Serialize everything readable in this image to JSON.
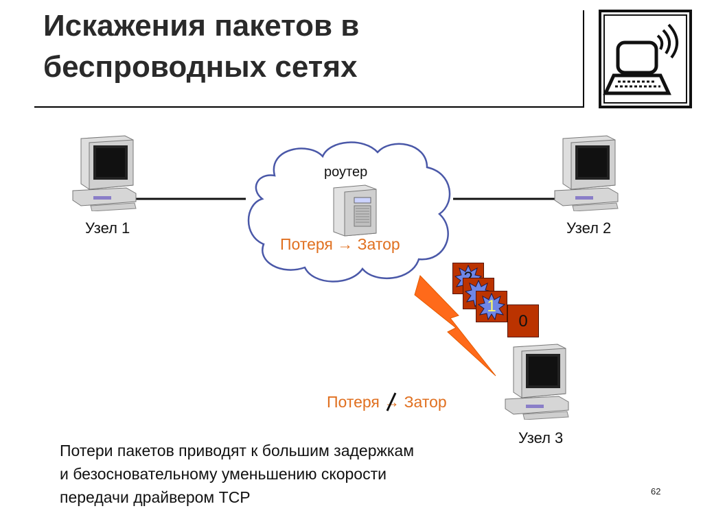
{
  "slide": {
    "title_line1": "Искажения пакетов в",
    "title_line2": "беспроводных сетях",
    "page_number": "62"
  },
  "diagram": {
    "router_label": "роутер",
    "node1_label": "Узел 1",
    "node2_label": "Узел 2",
    "node3_label": "Узел 3",
    "cloud_text": "Потеря → Затор",
    "wireless_text_left": "Потеря",
    "wireless_text_right": "Затор",
    "packets": [
      "2",
      "",
      "1",
      "0"
    ]
  },
  "caption": {
    "line1": "Потери пакетов приводят к большим задержкам",
    "line2": "и безосновательному уменьшению скорости",
    "line3": "передачи драйвером TCP"
  },
  "colors": {
    "accent": "#e07020",
    "packet": "#bb3300",
    "lightning": "#ff6a1a"
  }
}
